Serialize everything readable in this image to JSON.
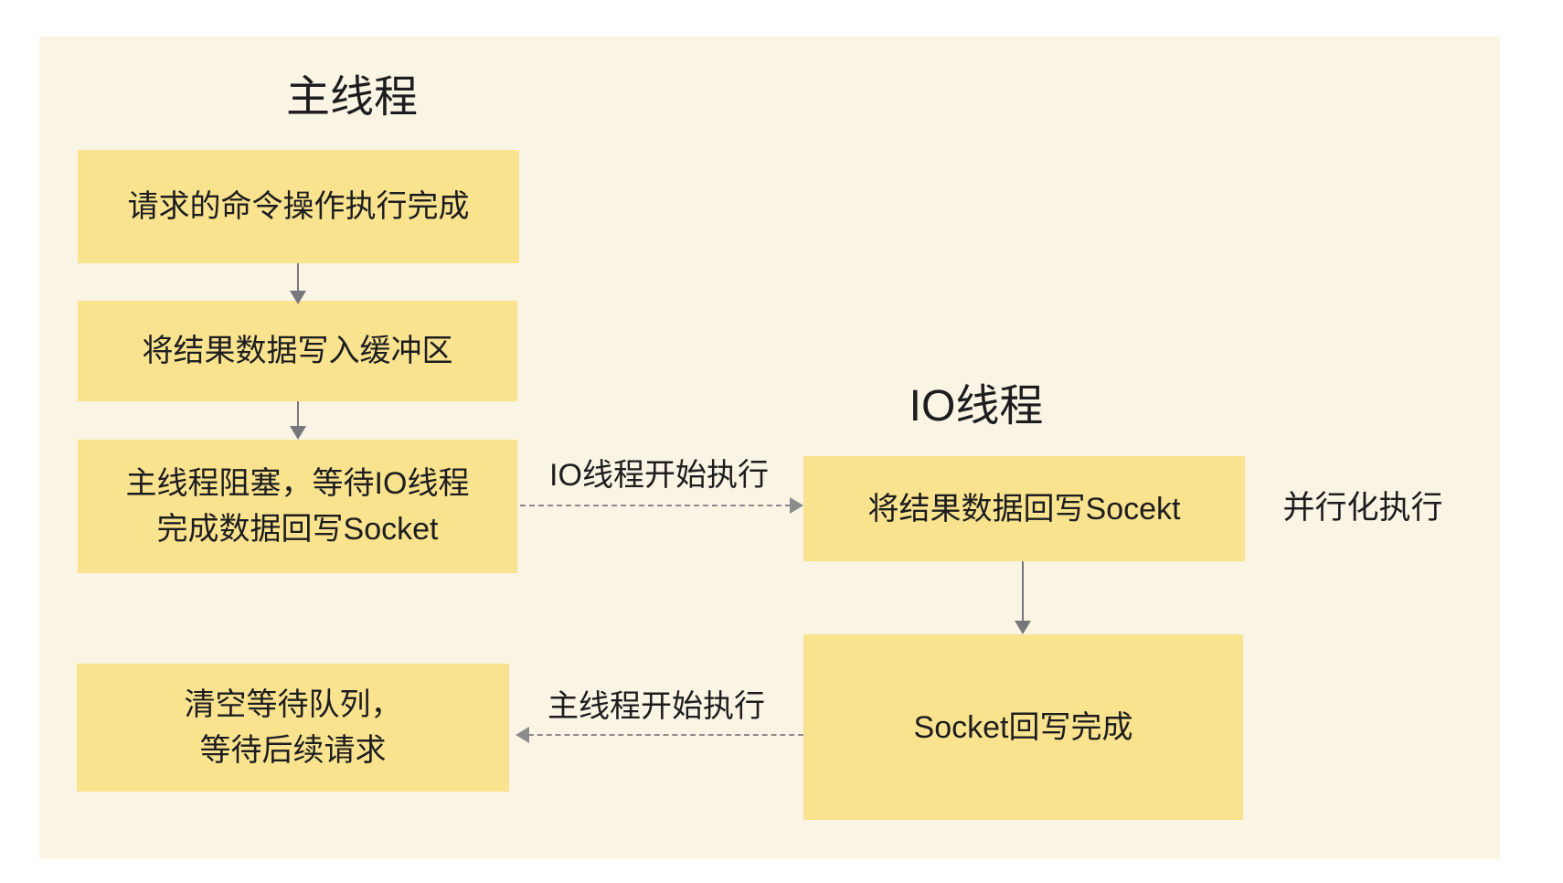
{
  "diagram": {
    "titles": {
      "main_thread": "主线程",
      "io_thread": "IO线程"
    },
    "nodes": {
      "command_done": {
        "text": "请求的命令操作执行完成"
      },
      "write_buffer": {
        "text": "将结果数据写入缓冲区"
      },
      "main_blocked": {
        "lines": [
          "主线程阻塞，等待IO线程",
          "完成数据回写Socket"
        ]
      },
      "io_writeback": {
        "text": "将结果数据回写Socekt"
      },
      "socket_done": {
        "text": "Socket回写完成"
      },
      "clear_queue": {
        "lines": [
          "清空等待队列，",
          "等待后续请求"
        ]
      }
    },
    "edge_labels": {
      "io_thread_start": "IO线程开始执行",
      "main_thread_start": "主线程开始执行",
      "parallel_note": "并行化执行"
    },
    "colors": {
      "page_background": "#ffffff",
      "canvas_background": "#faf4e4",
      "node_fill": "#f9e38f",
      "text": "#1d1d1f",
      "solid_arrow": "#78787c",
      "dashed_arrow": "#8c8c8c"
    }
  }
}
